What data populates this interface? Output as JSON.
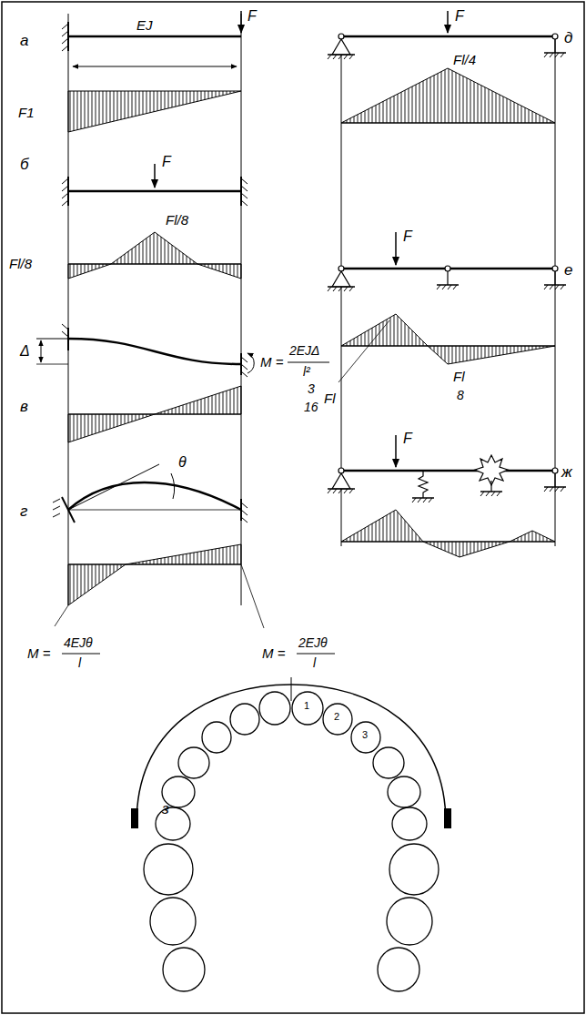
{
  "diagram": {
    "labels": [
      "EJ",
      "F",
      "а",
      "F1",
      "б",
      "F",
      "Fl/8",
      "Fl/8",
      "Δ",
      "M =",
      "2EJΔ",
      "l²",
      "в",
      "θ",
      "г",
      "M =",
      "4EJθ",
      "l",
      "M =",
      "2EJθ",
      "l",
      "F",
      "д",
      "Fl/4",
      "F",
      "е",
      "3",
      "16",
      "Fl",
      "Fl",
      "8",
      "F",
      "ж",
      "з",
      "1",
      "2",
      "3"
    ]
  }
}
